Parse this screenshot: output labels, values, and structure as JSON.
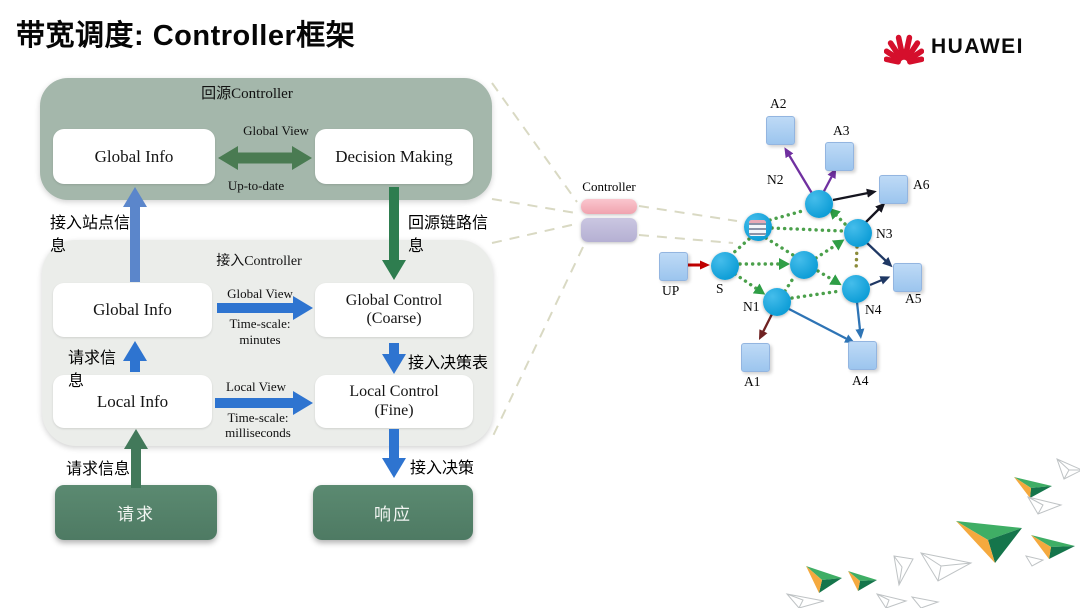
{
  "title": "带宽调度: Controller框架",
  "logo": {
    "brand": "HUAWEI"
  },
  "origin_controller": {
    "title": "回源Controller",
    "global_info": "Global Info",
    "decision_making": "Decision Making",
    "arrow_label_top": "Global View",
    "arrow_label_bottom": "Up-to-date"
  },
  "access_controller": {
    "title": "接入Controller",
    "global_info": "Global Info",
    "global_control": "Global Control",
    "global_control_sub": "(Coarse)",
    "local_info": "Local Info",
    "local_control": "Local Control",
    "local_control_sub": "(Fine)",
    "global_view": "Global View",
    "global_timescale": "Time-scale:",
    "global_timescale_value": "minutes",
    "local_view": "Local View",
    "local_timescale": "Time-scale:",
    "local_timescale_value": "milliseconds"
  },
  "edge_labels": {
    "access_site_info": "接入站点信息",
    "origin_link_info": "回源链路信息",
    "request_info_inner": "请求信息",
    "access_decision_table": "接入决策表",
    "access_decision": "接入决策",
    "request_info_outer": "请求信息"
  },
  "endpoints": {
    "request": "请求",
    "response": "响应"
  },
  "controller": {
    "label": "Controller"
  },
  "network": {
    "up": "UP",
    "s": "S",
    "n1": "N1",
    "n2": "N2",
    "n3": "N3",
    "n4": "N4",
    "a1": "A1",
    "a2": "A2",
    "a3": "A3",
    "a4": "A4",
    "a5": "A5",
    "a6": "A6"
  },
  "colors": {
    "origin_container": "#a4b7ab",
    "access_container": "#ebedea",
    "moss_double_arrow": "#4a7b52",
    "green_arrow": "#2e7d4f",
    "blue_arrow": "#2e74d0",
    "request_box_green": "#547f68",
    "controller_pink": "#f4aab5",
    "controller_purple": "#bdb8d8",
    "node_circle_blue": "#18a2da",
    "node_square_blue": "#aacdf1",
    "huawei_red": "#d40f2c"
  }
}
